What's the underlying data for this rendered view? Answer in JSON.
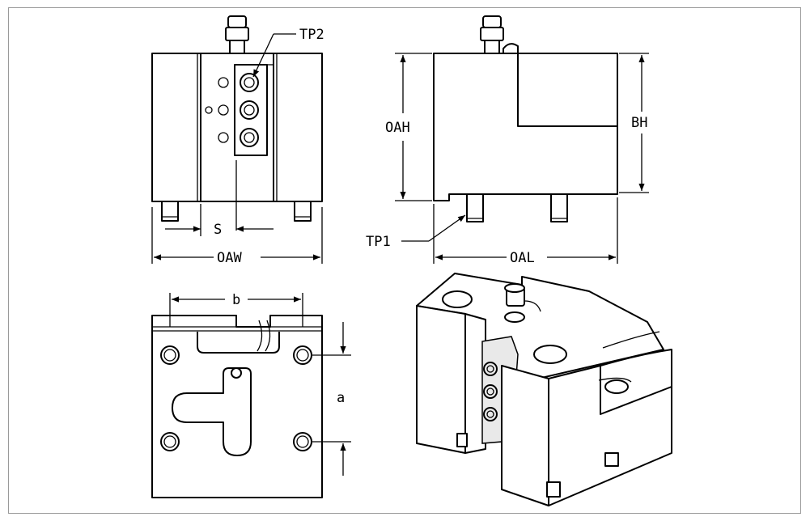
{
  "labels": {
    "tp2": "TP2",
    "tp1": "TP1",
    "s": "S",
    "oaw": "OAW",
    "oah": "OAH",
    "bh": "BH",
    "oal": "OAL",
    "b": "b",
    "a": "a"
  },
  "colors": {
    "line": "#000000",
    "background": "#ffffff",
    "frame": "#9a9a9a"
  }
}
